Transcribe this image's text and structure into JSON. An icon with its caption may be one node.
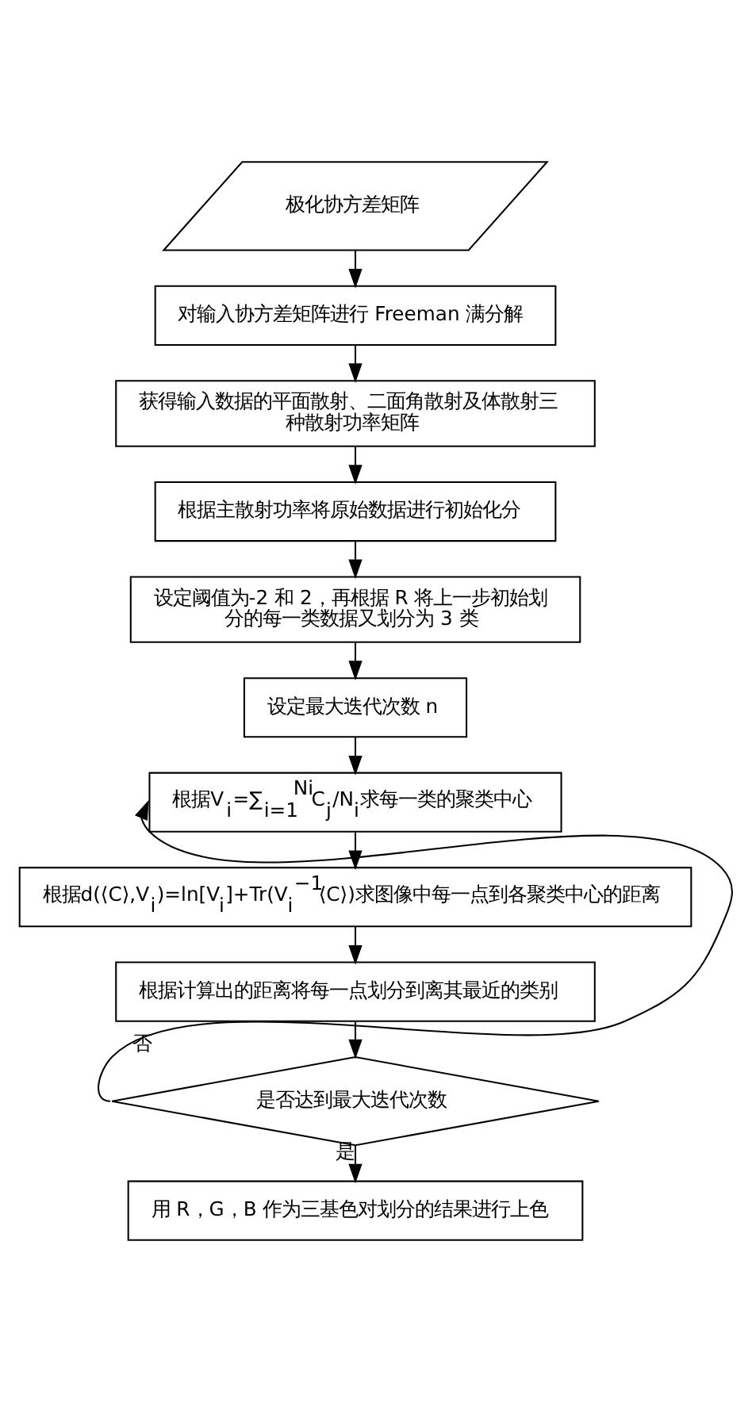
{
  "diagram": {
    "nodes": [
      {
        "text": [
          "极化协方差矩阵"
        ]
      },
      {
        "text": [
          "对输入协方差矩阵进行 Freeman 满分解"
        ]
      },
      {
        "text": [
          "获得输入数据的平面散射、二面角散射及体散射三种散射功率矩阵"
        ]
      },
      {
        "text": [
          "根据主散射功率将原始数据进行初始化分"
        ]
      },
      {
        "text": [
          "设定阈值为-2 和 2，再根据 R 将上一步初始划分的每一类数据又划分为 3 类"
        ]
      },
      {
        "text": [
          "设定最大迭代次数 n"
        ]
      },
      {
        "text": [
          "根据V$_{i}$=∑$_{i=1}$$^{Ni}$C$_{j}$/N$_{i}$求每一类的聚类中心"
        ]
      },
      {
        "text": [
          "根据d(⟨C⟩,V$_{i}$)=ln[V$_{i}$]+Tr(V$_{i}$$^{−1}$⟨C⟩)求图像中每一点到各聚类中心的距离"
        ]
      },
      {
        "text": [
          "根据计算出的距离将每一点划分到离其最近的类别"
        ]
      },
      {
        "text": [
          "是否达到最大迭代次数"
        ]
      },
      {
        "text": [
          "用 R，G，B 作为三基色对划分的结果进行上色"
        ]
      }
    ],
    "edges": [
      {
        "from": 0,
        "to": 1,
        "arrow": "to"
      },
      {
        "from": 1,
        "to": 2,
        "arrow": "to"
      },
      {
        "from": 2,
        "to": 3,
        "arrow": "to"
      },
      {
        "from": 3,
        "to": 4,
        "arrow": "to"
      },
      {
        "from": 4,
        "to": 5,
        "arrow": "to"
      },
      {
        "from": 5,
        "to": 6,
        "arrow": "to"
      },
      {
        "from": 6,
        "to": 7,
        "arrow": "to"
      },
      {
        "from": 7,
        "to": 8,
        "arrow": "to"
      },
      {
        "from": 8,
        "to": 9,
        "arrow": "to"
      },
      {
        "from": 9,
        "to": 10,
        "arrow": "to",
        "label": "是"
      },
      {
        "from": 9,
        "to": 6,
        "arrow": "to",
        "label": "否"
      }
    ]
  }
}
